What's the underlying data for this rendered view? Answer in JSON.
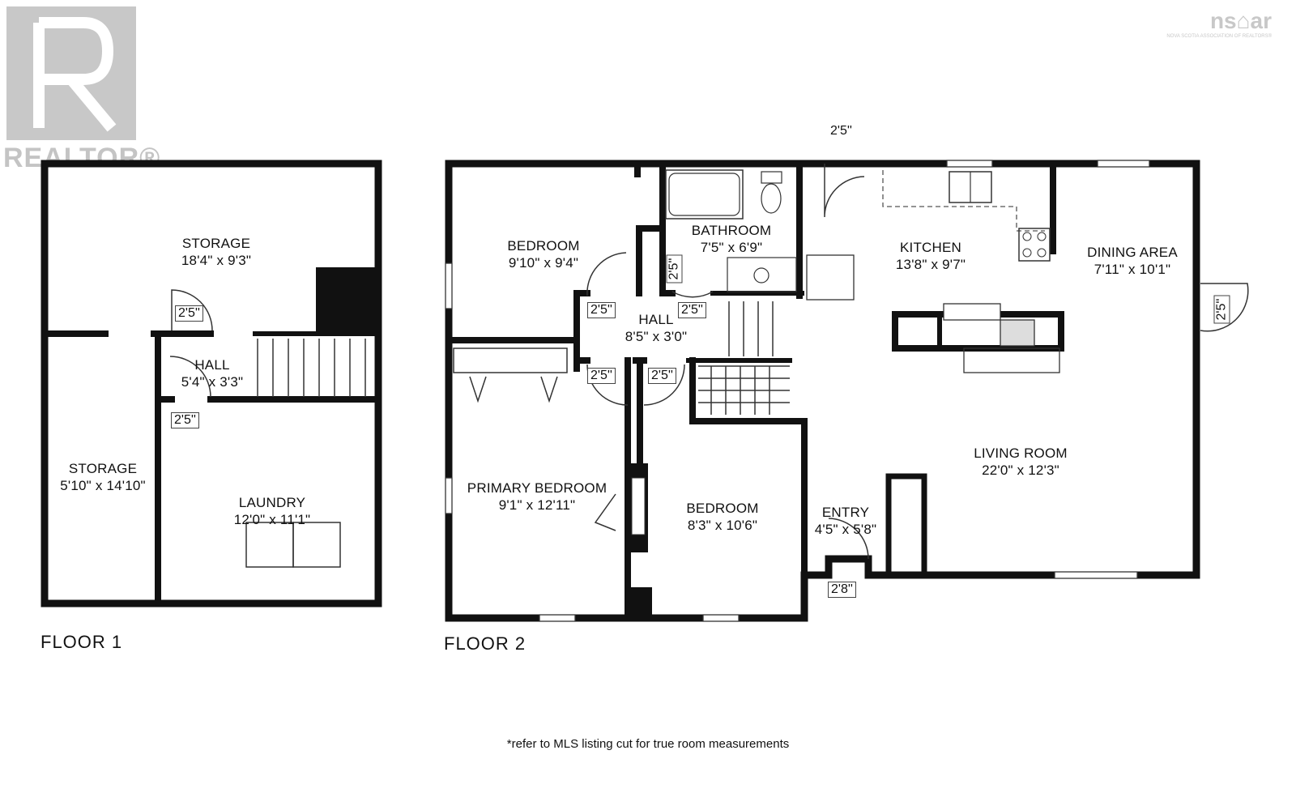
{
  "branding": {
    "realtor_word": "REALTOR®",
    "nsar_logo": "ns⌂ar",
    "nsar_sub": "NOVA SCOTIA ASSOCIATION OF REALTORS®"
  },
  "floor1": {
    "title": "FLOOR 1",
    "rooms": [
      {
        "name": "STORAGE",
        "size": "18'4\" x 9'3\""
      },
      {
        "name": "HALL",
        "size": "5'4\" x 3'3\""
      },
      {
        "name": "STORAGE",
        "size": "5'10\" x 14'10\""
      },
      {
        "name": "LAUNDRY",
        "size": "12'0\" x 11'1\""
      }
    ],
    "doors": [
      "2'5''",
      "2'5''"
    ]
  },
  "floor2": {
    "title": "FLOOR 2",
    "rooms": [
      {
        "name": "BEDROOM",
        "size": "9'10\" x 9'4\""
      },
      {
        "name": "BATHROOM",
        "size": "7'5\" x 6'9\""
      },
      {
        "name": "KITCHEN",
        "size": "13'8\" x 9'7\""
      },
      {
        "name": "DINING AREA",
        "size": "7'11\" x 10'1\""
      },
      {
        "name": "HALL",
        "size": "8'5\" x 3'0\""
      },
      {
        "name": "PRIMARY BEDROOM",
        "size": "9'1\" x 12'11\""
      },
      {
        "name": "BEDROOM",
        "size": "8'3\" x 10'6\""
      },
      {
        "name": "ENTRY",
        "size": "4'5\" x 5'8\""
      },
      {
        "name": "LIVING ROOM",
        "size": "22'0\" x 12'3\""
      }
    ],
    "doors": [
      "2'5''",
      "2'5''",
      "2'5''",
      "2'5''",
      "2'5''",
      "2'5''",
      "2'5''",
      "2'8''"
    ]
  },
  "footnote": "*refer to MLS listing cut for true room measurements"
}
